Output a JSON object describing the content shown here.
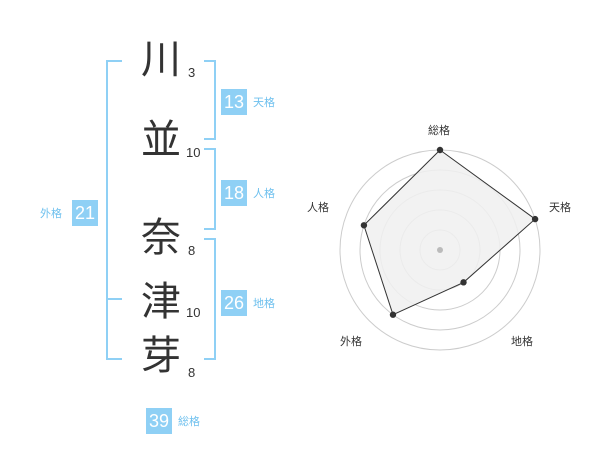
{
  "name": {
    "chars": [
      {
        "char": "川",
        "strokes": "3"
      },
      {
        "char": "並",
        "strokes": "10"
      },
      {
        "char": "奈",
        "strokes": "8"
      },
      {
        "char": "津",
        "strokes": "10"
      },
      {
        "char": "芽",
        "strokes": "8"
      }
    ]
  },
  "fortune": {
    "tenkaku": {
      "value": "13",
      "label": "天格"
    },
    "jinkaku": {
      "value": "18",
      "label": "人格"
    },
    "chikaku": {
      "value": "26",
      "label": "地格"
    },
    "gaikaku": {
      "value": "21",
      "label": "外格"
    },
    "soukaku": {
      "value": "39",
      "label": "総格"
    }
  },
  "radar": {
    "axes": [
      "総格",
      "天格",
      "地格",
      "外格",
      "人格"
    ],
    "levels": 5,
    "values": [
      5,
      5,
      2,
      4,
      4
    ],
    "colors": {
      "fill": "#f0f0f0",
      "line": "#333333",
      "grid": "#cccccc",
      "point": "#333333",
      "center": "#bbbbbb"
    }
  }
}
